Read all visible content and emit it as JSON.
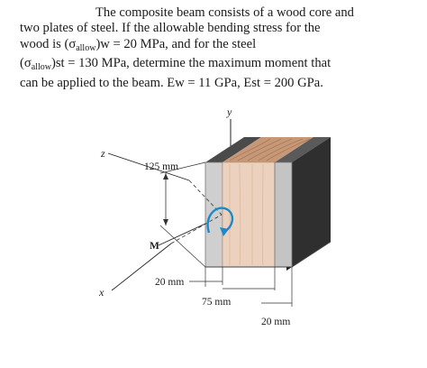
{
  "problem": {
    "line1": "The composite beam consists of a wood core and",
    "line2": "two plates of steel. If the allowable bending stress for the",
    "line3_a": "wood",
    "line3_b": "is",
    "line3_sigma": "(σ",
    "line3_sub": "allow",
    "line3_c": ")w = 20 MPa,",
    "line3_d": "and",
    "line3_e": "for",
    "line3_f": "the",
    "line3_g": "steel",
    "line4_sigma": "(σ",
    "line4_sub": "allow",
    "line4_c": ")st = 130 MPa, determine the maximum moment that",
    "line5": "can be applied to the beam. Ew = 11 GPa, Est = 200 GPa."
  },
  "figure": {
    "axis_y": "y",
    "axis_z": "z",
    "axis_x": "x",
    "moment_label": "M",
    "dim_height": "125 mm",
    "dim_plate": "20 mm",
    "dim_core": "75 mm",
    "dim_plate2": "20 mm"
  },
  "colors": {
    "steel_front": "#c9c9c9",
    "steel_dark": "#3a3a3a",
    "wood_front": "#e9cdb8",
    "wood_top": "#c79878",
    "moment_arrow": "#1e88c8"
  }
}
